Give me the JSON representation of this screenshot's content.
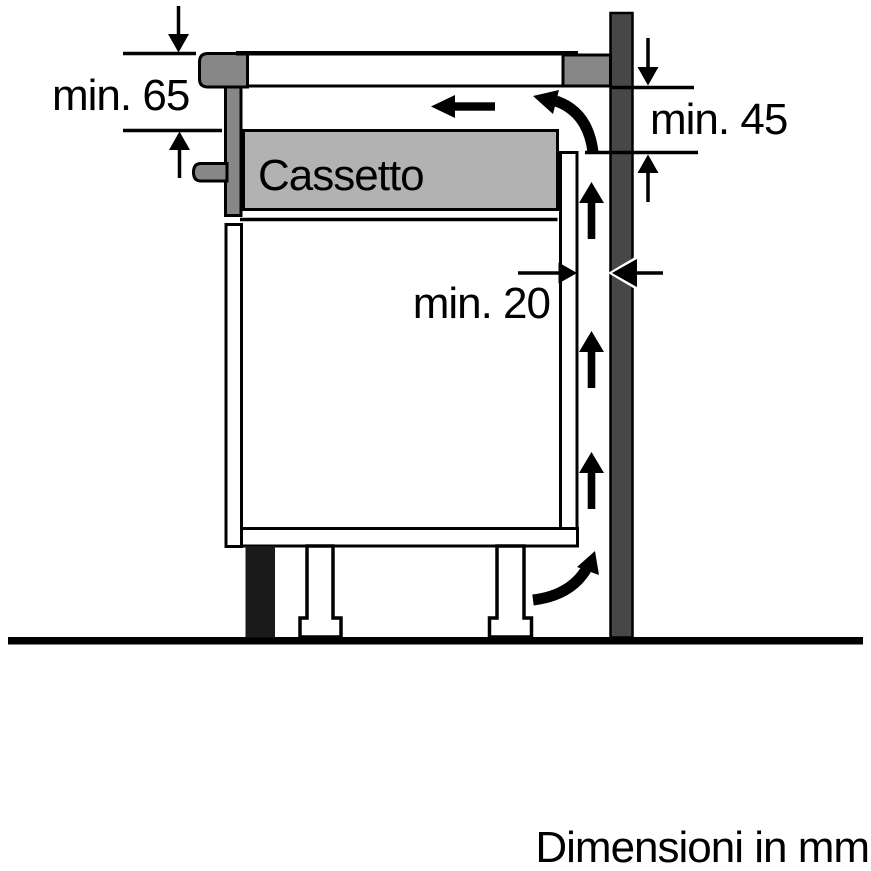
{
  "diagram": {
    "labels": {
      "min65": "min. 65",
      "min45": "min. 45",
      "min20": "min. 20",
      "drawer": "Cassetto",
      "caption": "Dimensioni in mm"
    },
    "colors": {
      "background": "#ffffff",
      "line": "#000000",
      "wall": "#474747",
      "hob_trim": "#878787",
      "drawer_fill": "#b2b2b2",
      "plinth": "#1a1a1a",
      "cabinet_fill": "#ffffff"
    }
  }
}
